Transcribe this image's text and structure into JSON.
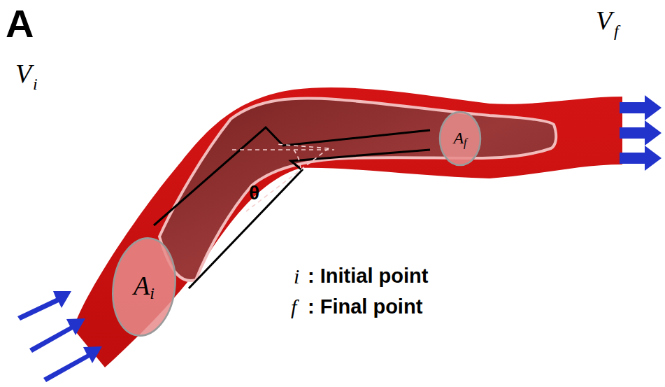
{
  "diagram": {
    "nodes": [
      {
        "text": [
          "A",
          "i"
        ]
      },
      {
        "text": [
          "A",
          "f"
        ]
      }
    ],
    "labels": [
      "A",
      "V",
      "i",
      "V",
      "f",
      "θ",
      "i",
      ": Initial point",
      "f",
      ": Final point"
    ]
  }
}
